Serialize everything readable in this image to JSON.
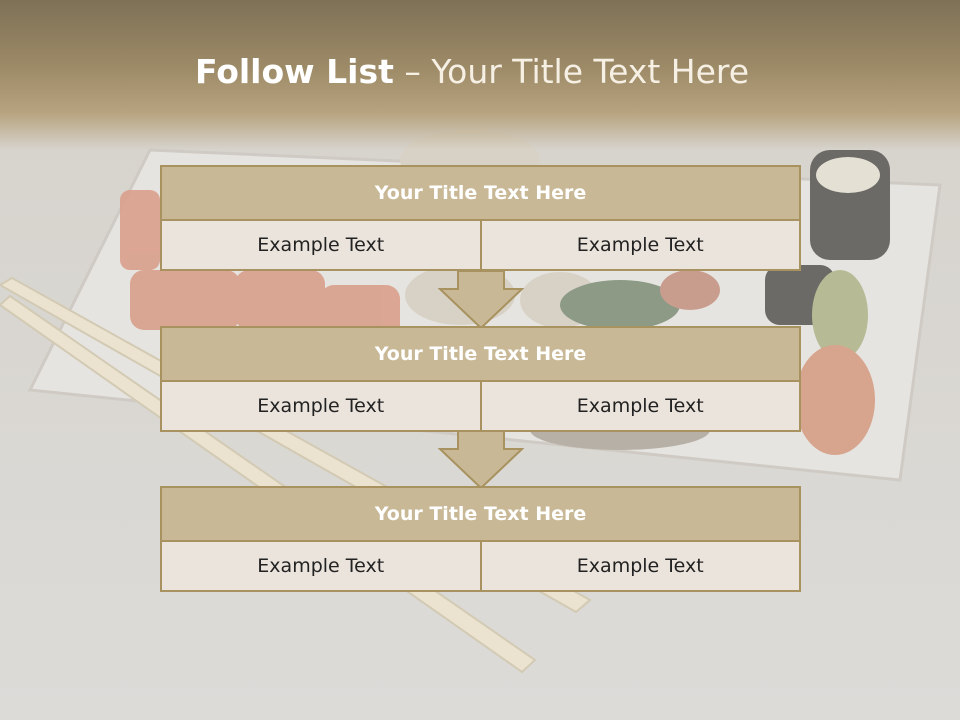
{
  "slide": {
    "title_bold": "Follow List",
    "title_rest": " – Your Title Text Here"
  },
  "steps": [
    {
      "title": "Your Title Text Here",
      "left": "Example Text",
      "right": "Example Text"
    },
    {
      "title": "Your Title Text Here",
      "left": "Example Text",
      "right": "Example Text"
    },
    {
      "title": "Your Title Text Here",
      "left": "Example Text",
      "right": "Example Text"
    }
  ],
  "colors": {
    "header": "#9d8a67",
    "block_title_bg": "#c8b896",
    "block_border": "#a8925f",
    "cell_bg": "#ebe4dc"
  }
}
